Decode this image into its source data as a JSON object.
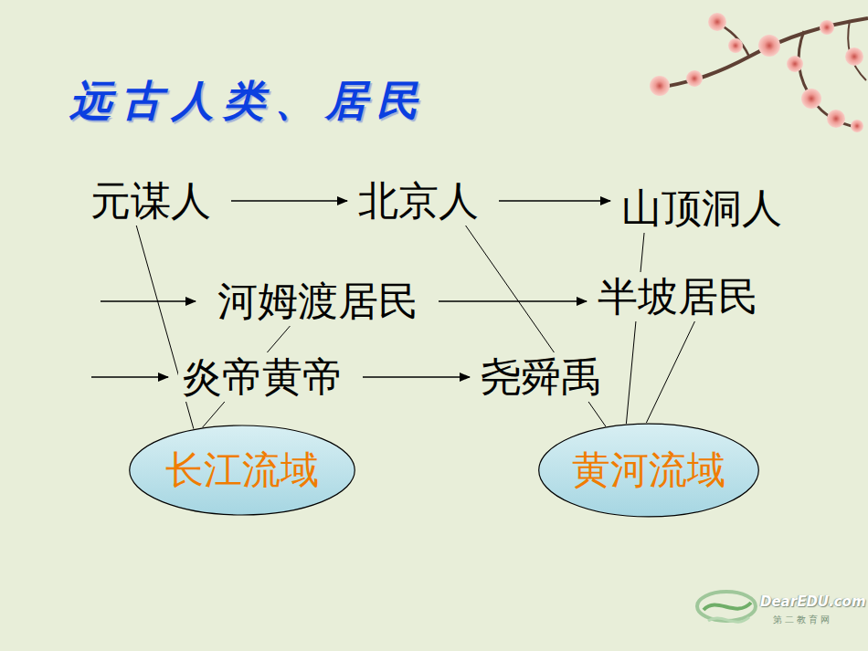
{
  "diagram": {
    "title": "远古人类、居民",
    "nodes": [
      {
        "text": [
          "元谋人"
        ]
      },
      {
        "text": [
          "北京人"
        ]
      },
      {
        "text": [
          "山顶洞人"
        ]
      },
      {
        "text": [
          "河姆渡居民"
        ]
      },
      {
        "text": [
          "半坡居民"
        ]
      },
      {
        "text": [
          "炎帝黄帝"
        ]
      },
      {
        "text": [
          "尧舜禹"
        ]
      },
      {
        "text": [
          "长江流域"
        ]
      },
      {
        "text": [
          "黄河流域"
        ]
      }
    ],
    "edges": [
      {
        "from": 0,
        "to": 1,
        "arrow": "to"
      },
      {
        "from": 1,
        "to": 2,
        "arrow": "to"
      },
      {
        "from": 3,
        "to": 4,
        "arrow": "to"
      },
      {
        "from": 5,
        "to": 6,
        "arrow": "to"
      },
      {
        "from": 0,
        "to": 7,
        "arrow": "none"
      },
      {
        "from": 3,
        "to": 7,
        "arrow": "none"
      },
      {
        "from": 1,
        "to": 8,
        "arrow": "none"
      },
      {
        "from": 2,
        "to": 8,
        "arrow": "none"
      },
      {
        "from": 4,
        "to": 8,
        "arrow": "none"
      }
    ],
    "labels": [
      "DearEDU.com",
      "第二教育网"
    ]
  }
}
